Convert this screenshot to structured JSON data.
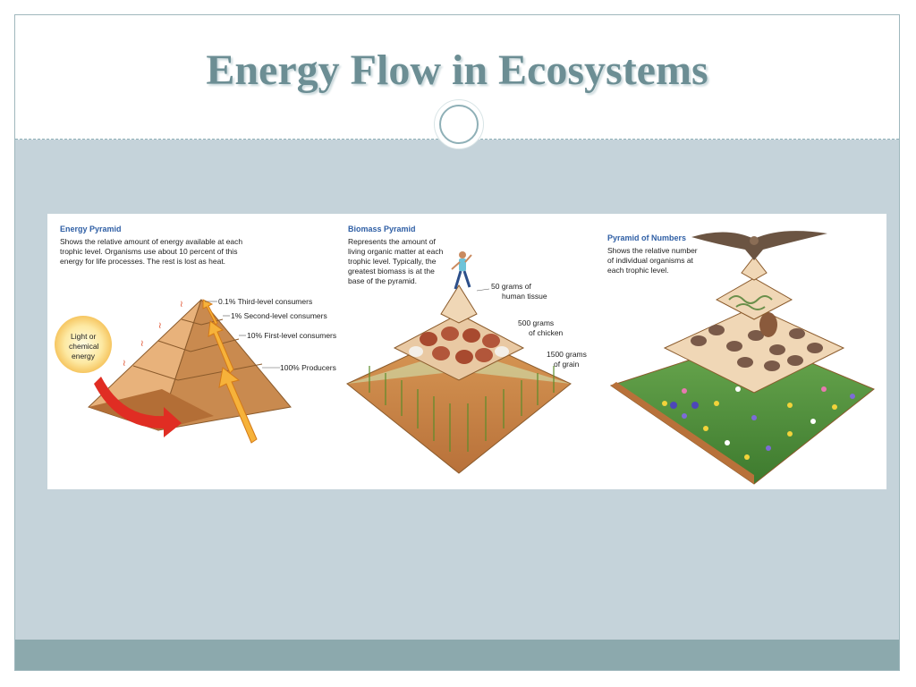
{
  "slide": {
    "title": "Energy Flow in Ecosystems"
  },
  "figure": {
    "energy_pyramid": {
      "heading": "Energy Pyramid",
      "description": [
        "Shows the relative amount of energy available at each",
        "trophic level. Organisms use about 10 percent of this",
        "energy for life processes. The rest is lost as heat."
      ],
      "sun_label": [
        "Light or",
        "chemical",
        "energy"
      ],
      "levels": [
        "0.1% Third-level consumers",
        "1% Second-level consumers",
        "10% First-level consumers",
        "100% Producers"
      ]
    },
    "biomass_pyramid": {
      "heading": "Biomass Pyramid",
      "description": [
        "Represents the amount of",
        "living organic matter at each",
        "trophic level. Typically, the",
        "greatest biomass is at the",
        "base of the pyramid."
      ],
      "levels": [
        [
          "50 grams of",
          "human tissue"
        ],
        [
          "500 grams",
          "of chicken"
        ],
        [
          "1500 grams",
          "of grain"
        ]
      ]
    },
    "numbers_pyramid": {
      "heading": "Pyramid of Numbers",
      "description": [
        "Shows the relative number",
        "of individual organisms at",
        "each trophic level."
      ]
    }
  },
  "colors": {
    "title": "#6c8e94",
    "content_background": "#c5d3da",
    "bottom_band": "#8ca9ad",
    "heading_blue": "#2f5fa5"
  }
}
